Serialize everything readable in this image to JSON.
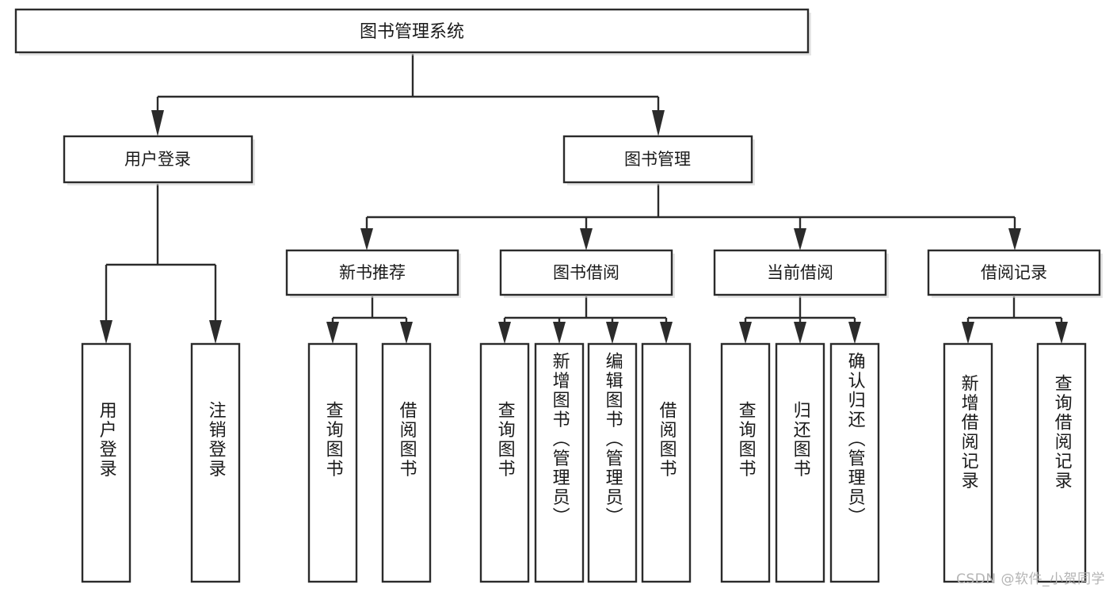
{
  "diagram": {
    "title": "图书管理系统",
    "watermark": "CSDN @软件_小贺同学"
  },
  "chart_data": {
    "type": "diagram",
    "subtype": "tree-hierarchy-flowchart",
    "title": "图书管理系统",
    "orientation": "top-down",
    "node_shape": "rectangle",
    "edge_style": "orthogonal-elbow-with-arrowhead",
    "colors": {
      "node_fill": "#ffffff",
      "node_stroke": "#2b2b2b",
      "edge": "#2b2b2b",
      "text": "#1a1a1a",
      "watermark": "#b4b4b4"
    },
    "levels": 4,
    "nodes": [
      {
        "id": "root",
        "label": "图书管理系统",
        "level": 0,
        "parent": null,
        "text_direction": "horizontal"
      },
      {
        "id": "user-login",
        "label": "用户登录",
        "level": 1,
        "parent": "root",
        "text_direction": "horizontal"
      },
      {
        "id": "book-manage",
        "label": "图书管理",
        "level": 1,
        "parent": "root",
        "text_direction": "horizontal"
      },
      {
        "id": "new-book-rec",
        "label": "新书推荐",
        "level": 2,
        "parent": "book-manage",
        "text_direction": "horizontal"
      },
      {
        "id": "book-borrow",
        "label": "图书借阅",
        "level": 2,
        "parent": "book-manage",
        "text_direction": "horizontal"
      },
      {
        "id": "current-borrow",
        "label": "当前借阅",
        "level": 2,
        "parent": "book-manage",
        "text_direction": "horizontal"
      },
      {
        "id": "borrow-record",
        "label": "借阅记录",
        "level": 2,
        "parent": "book-manage",
        "text_direction": "horizontal"
      },
      {
        "id": "leaf-user-login",
        "label": "用户登录",
        "level": 2,
        "parent": "user-login",
        "text_direction": "vertical"
      },
      {
        "id": "leaf-logout",
        "label": "注销登录",
        "level": 2,
        "parent": "user-login",
        "text_direction": "vertical"
      },
      {
        "id": "leaf-rec-query",
        "label": "查询图书",
        "level": 3,
        "parent": "new-book-rec",
        "text_direction": "vertical"
      },
      {
        "id": "leaf-rec-borrow",
        "label": "借阅图书",
        "level": 3,
        "parent": "new-book-rec",
        "text_direction": "vertical"
      },
      {
        "id": "leaf-borrow-query",
        "label": "查询图书",
        "level": 3,
        "parent": "book-borrow",
        "text_direction": "vertical"
      },
      {
        "id": "leaf-borrow-add",
        "label": "新增图书（管理员）",
        "level": 3,
        "parent": "book-borrow",
        "text_direction": "vertical"
      },
      {
        "id": "leaf-borrow-edit",
        "label": "编辑图书（管理员）",
        "level": 3,
        "parent": "book-borrow",
        "text_direction": "vertical"
      },
      {
        "id": "leaf-borrow-lend",
        "label": "借阅图书",
        "level": 3,
        "parent": "book-borrow",
        "text_direction": "vertical"
      },
      {
        "id": "leaf-cur-query",
        "label": "查询图书",
        "level": 3,
        "parent": "current-borrow",
        "text_direction": "vertical"
      },
      {
        "id": "leaf-cur-return",
        "label": "归还图书",
        "level": 3,
        "parent": "current-borrow",
        "text_direction": "vertical"
      },
      {
        "id": "leaf-cur-confirm",
        "label": "确认归还（管理员）",
        "level": 3,
        "parent": "current-borrow",
        "text_direction": "vertical"
      },
      {
        "id": "leaf-rec-add",
        "label": "新增借阅记录",
        "level": 3,
        "parent": "borrow-record",
        "text_direction": "vertical"
      },
      {
        "id": "leaf-rec-search",
        "label": "查询借阅记录",
        "level": 3,
        "parent": "borrow-record",
        "text_direction": "vertical"
      }
    ],
    "edges": [
      {
        "from": "root",
        "to": "user-login"
      },
      {
        "from": "root",
        "to": "book-manage"
      },
      {
        "from": "user-login",
        "to": "leaf-user-login"
      },
      {
        "from": "user-login",
        "to": "leaf-logout"
      },
      {
        "from": "book-manage",
        "to": "new-book-rec"
      },
      {
        "from": "book-manage",
        "to": "book-borrow"
      },
      {
        "from": "book-manage",
        "to": "current-borrow"
      },
      {
        "from": "book-manage",
        "to": "borrow-record"
      },
      {
        "from": "new-book-rec",
        "to": "leaf-rec-query"
      },
      {
        "from": "new-book-rec",
        "to": "leaf-rec-borrow"
      },
      {
        "from": "book-borrow",
        "to": "leaf-borrow-query"
      },
      {
        "from": "book-borrow",
        "to": "leaf-borrow-add"
      },
      {
        "from": "book-borrow",
        "to": "leaf-borrow-edit"
      },
      {
        "from": "book-borrow",
        "to": "leaf-borrow-lend"
      },
      {
        "from": "current-borrow",
        "to": "leaf-cur-query"
      },
      {
        "from": "current-borrow",
        "to": "leaf-cur-return"
      },
      {
        "from": "current-borrow",
        "to": "leaf-cur-confirm"
      },
      {
        "from": "borrow-record",
        "to": "leaf-rec-add"
      },
      {
        "from": "borrow-record",
        "to": "leaf-rec-search"
      }
    ]
  }
}
